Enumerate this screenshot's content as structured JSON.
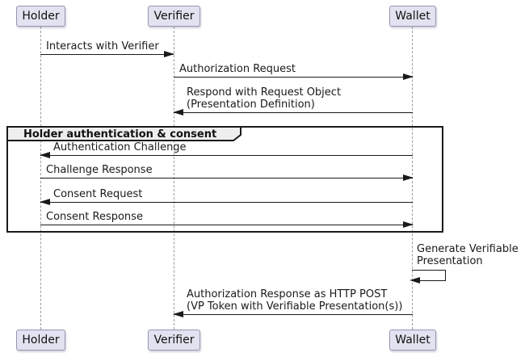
{
  "participants": [
    {
      "name": "Holder"
    },
    {
      "name": "Verifier"
    },
    {
      "name": "Wallet"
    }
  ],
  "messages": {
    "interacts": "Interacts with Verifier",
    "authorization_request": "Authorization Request",
    "request_object": "Respond with Request Object\n(Presentation Definition)",
    "authentication_challenge": "Authentication Challenge",
    "challenge_response": "Challenge Response",
    "consent_request": "Consent Request",
    "consent_response": "Consent Response",
    "generate_vp": "Generate Verifiable\nPresentation",
    "authorization_response": "Authorization Response as HTTP POST\n(VP Token with Verifiable Presentation(s))"
  },
  "group": {
    "label": "Holder authentication & consent"
  },
  "colors": {
    "participant_fill": "#E2E2F0",
    "participant_border": "#9597b5",
    "lifeline": "#9a9aa8",
    "line": "#1a1a1a",
    "group_tab_fill": "#EEEEEE"
  }
}
